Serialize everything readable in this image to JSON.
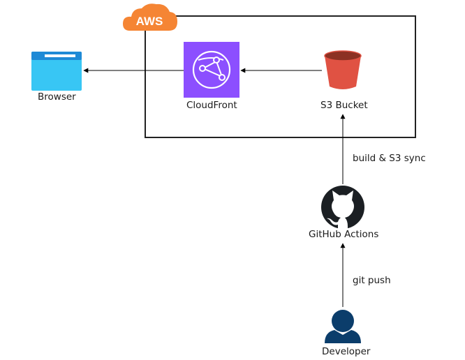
{
  "diagram": {
    "aws_group": {
      "badge_text": "AWS"
    },
    "nodes": {
      "browser": {
        "label": "Browser",
        "icon": "browser-window-icon"
      },
      "cloudfront": {
        "label": "CloudFront",
        "icon": "cloudfront-icon",
        "color": "#8C4FFF"
      },
      "s3": {
        "label": "S3 Bucket",
        "icon": "s3-bucket-icon",
        "color": "#E05243"
      },
      "github": {
        "label": "GitHub Actions",
        "icon": "github-octocat-icon"
      },
      "developer": {
        "label": "Developer",
        "icon": "user-icon",
        "color": "#0B3D6B"
      }
    },
    "edges": {
      "github_to_s3": {
        "label": "build & S3 sync"
      },
      "developer_to_github": {
        "label": "git push"
      }
    },
    "colors": {
      "aws_cloud": "#F58534",
      "browser_bar": "#1F8AD6",
      "browser_body": "#38C6F4"
    }
  }
}
